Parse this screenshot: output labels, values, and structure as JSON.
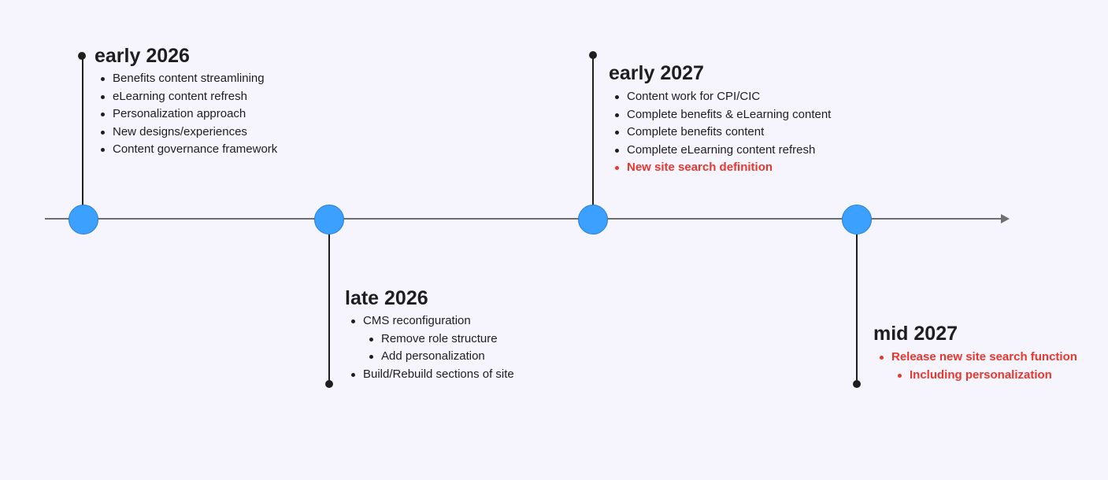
{
  "colors": {
    "background": "#f6f4fd",
    "axis": "#6f6f6f",
    "node_fill": "#3ba0ff",
    "text": "#1e1e1e",
    "highlight": "#e8372e"
  },
  "milestones": [
    {
      "title": "early 2026",
      "items": [
        "Benefits content streamlining",
        "eLearning content refresh",
        "Personalization approach",
        "New designs/experiences",
        "Content governance framework"
      ]
    },
    {
      "title": "late 2026",
      "items": [
        "CMS reconfiguration",
        "Remove role structure",
        "Add personalization",
        "Build/Rebuild sections of site"
      ]
    },
    {
      "title": "early 2027",
      "items": [
        "Content work for CPI/CIC",
        "Complete benefits & eLearning content",
        "Complete benefits content",
        "Complete eLearning content refresh",
        "New site search definition"
      ]
    },
    {
      "title": "mid 2027",
      "items": [
        "Release new site search function",
        "Including personalization"
      ]
    }
  ]
}
